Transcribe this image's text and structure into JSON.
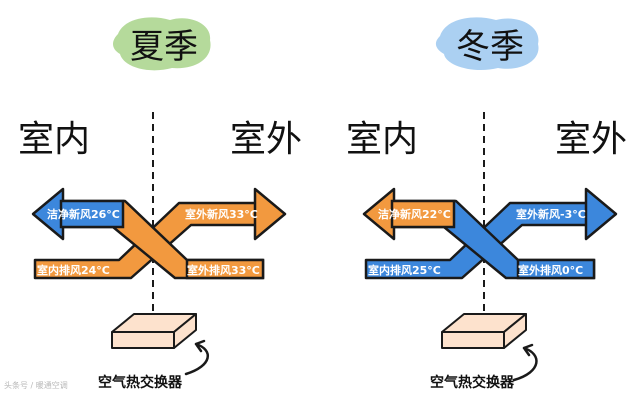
{
  "colors": {
    "blue": "#3c87dc",
    "orange": "#f2993f",
    "summer_blob": "#a8d48a",
    "winter_blob": "#9cc8f0",
    "exchanger_fill": "#fde2cd",
    "outline": "#1a1a1a"
  },
  "summer": {
    "title": "夏季",
    "indoor_label": "室内",
    "outdoor_label": "室外",
    "clean_fresh_air": "洁净新风26°C",
    "outdoor_fresh_air": "室外新风33°C",
    "indoor_exhaust": "室内排风24°C",
    "outdoor_exhaust": "室外排风33°C",
    "exchanger_label": "空气热交换器"
  },
  "winter": {
    "title": "冬季",
    "indoor_label": "室内",
    "outdoor_label": "室外",
    "clean_fresh_air": "洁净新风22°C",
    "outdoor_fresh_air": "室外新风-3°C",
    "indoor_exhaust": "室内排风25°C",
    "outdoor_exhaust": "室外排风0°C",
    "exchanger_label": "空气热交换器"
  },
  "watermark": "头条号 / 暖通空调"
}
